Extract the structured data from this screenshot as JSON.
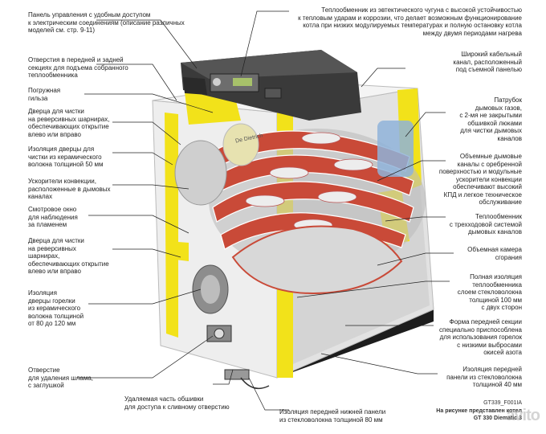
{
  "left_labels": [
    {
      "id": "control-panel",
      "text": "Панель управления с удобным доступом\nк электрическим соединениям (описание различных\nмоделей см. стр. 9-11)"
    },
    {
      "id": "lift-openings",
      "text": "Отверстия в передней и задней\nсекциях для подъема собранного\nтеплообменника"
    },
    {
      "id": "immersion-sleeve",
      "text": "Погружная\nгильза"
    },
    {
      "id": "cleaning-door-top",
      "text": "Дверца для чистки\nна реверсивных шарнирах,\nобеспечивающих открытие\nвлево или вправо"
    },
    {
      "id": "door-insulation",
      "text": "Изоляция дверцы для\nчистки из керамического\nволокна толщиной 50 мм"
    },
    {
      "id": "convection-accelerators",
      "text": "Ускорители конвекции,\nрасположенные в дымовых\nканалах"
    },
    {
      "id": "sight-glass",
      "text": "Смотровое окно\nдля наблюдения\nза пламенем"
    },
    {
      "id": "cleaning-door-bottom",
      "text": "Дверца для чистки\nна реверсивных\nшарнирах,\nобеспечивающих открытие\nвлево или вправо"
    },
    {
      "id": "burner-door-insulation",
      "text": "Изоляция\nдверцы горелки\nиз керамического\nволокна толщиной\nот 80 до 120 мм"
    },
    {
      "id": "sludge-opening",
      "text": "Отверстие\nдля удаления шлама,\nс заглушкой"
    }
  ],
  "right_labels": [
    {
      "id": "heat-exchanger-top",
      "text": "Теплообменник из эвтектического чугуна с высокой устойчивостью\nк тепловым ударам и коррозии, что делает возможным функционирование\nкотла при низких модулируемых температурах и полную остановку котла\nмежду двумя периодами нагрева"
    },
    {
      "id": "cable-channel",
      "text": "Широкий кабельный\nканал, расположенный\nпод съемной панелью"
    },
    {
      "id": "flue-nozzle",
      "text": "Патрубок\nдымовых газов,\nс 2-мя не закрытыми\nобшивкой люками\nдля чистки дымовых\nканалов"
    },
    {
      "id": "flue-channels",
      "text": "Объемные дымовые\nканалы с оребренной\nповерхностью и модульные\nускорители конвекции\nобеспечивают высокий\nКПД и легкое техническое\nобслуживание"
    },
    {
      "id": "three-pass",
      "text": "Теплообменник\nс трехходовой системой\nдымовых каналов"
    },
    {
      "id": "combustion-chamber",
      "text": "Объемная камера\nсгорания"
    },
    {
      "id": "full-insulation",
      "text": "Полная изоляция\nтеплообменника\nслоем стекловолокна\nтолщиной 100 мм\nс двух сторон"
    },
    {
      "id": "front-section-shape",
      "text": "Форма передней секции\nспециально приспособлена\nдля использования горелок\nс низкими выбросами\nокисей азота"
    },
    {
      "id": "front-panel-insulation",
      "text": "Изоляция передней\nпанели из стекловолокна\nтолщиной 40 мм"
    }
  ],
  "bottom_labels": [
    {
      "id": "removable-casing",
      "text": "Удаляемая часть обшивки\nдля доступа к сливному отверстию"
    },
    {
      "id": "bottom-panel-insulation",
      "text": "Изоляция передней нижней панели\nиз стекловолокна толщиной 80 мм"
    }
  ],
  "caption": {
    "code": "GT339_F001IA",
    "line1": "На рисунке представлен котел",
    "line2": "GT 330 Diematic 3"
  },
  "brand_on_boiler": "De Dietrich",
  "watermark": "avito",
  "colors": {
    "insulation": "#f2e21a",
    "casing": "#e9e9e9",
    "casing_dark": "#9a9a9a",
    "panel": "#3a3a3a",
    "fins": "#c94a38",
    "frame": "#1b1b1b"
  }
}
